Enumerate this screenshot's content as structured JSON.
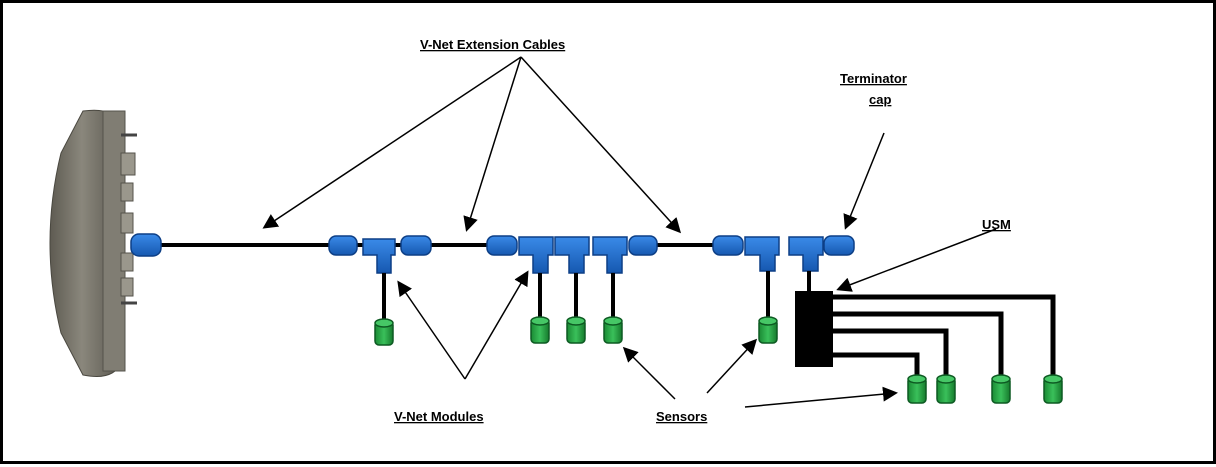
{
  "labels": {
    "extension_cables": "V-Net Extension Cables",
    "terminator_line1": "Terminator",
    "terminator_line2": "cap",
    "usm": "USM",
    "modules": "V-Net Modules",
    "sensors": "Sensors"
  },
  "colors": {
    "connector_blue": "#1f6fcf",
    "connector_blue_dark": "#0d3f86",
    "sensor_green": "#1e9a3c",
    "sensor_green_dark": "#0d5a22",
    "cable": "#000000",
    "hub_gray": "#6f6c63"
  }
}
